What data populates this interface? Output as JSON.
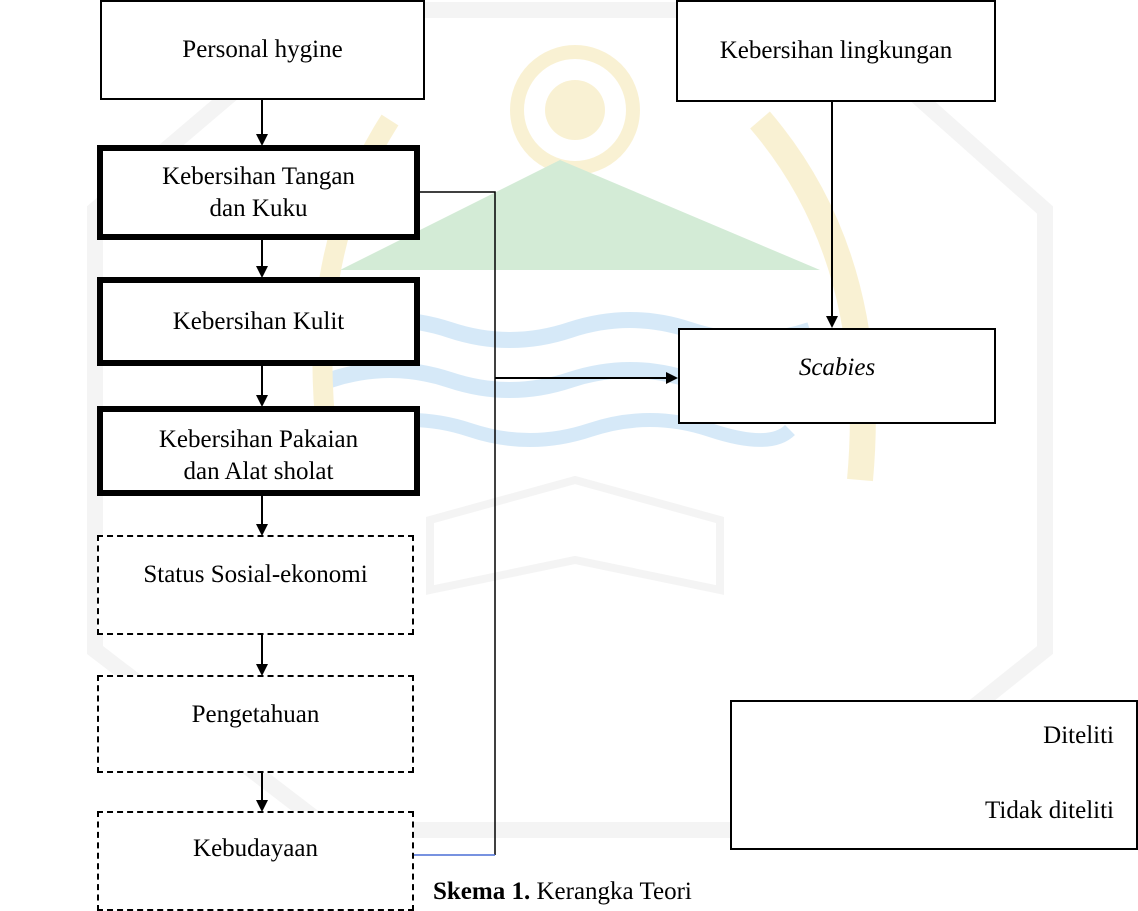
{
  "nodes": {
    "personal_hygiene": "Personal hygine",
    "hand_nail": [
      "Kebersihan Tangan",
      "dan Kuku"
    ],
    "skin": "Kebersihan Kulit",
    "clothing": [
      "Kebersihan Pakaian",
      "dan Alat sholat"
    ],
    "socioeconomic": "Status Sosial-ekonomi",
    "knowledge": "Pengetahuan",
    "culture": "Kebudayaan",
    "environment": "Kebersihan lingkungan",
    "scabies": "Scabies"
  },
  "legend": {
    "solid_label": "Diteliti",
    "dashed_label": "Tidak diteliti"
  },
  "caption": {
    "bold": "Skema 1.",
    "text": " Kerangka Teori"
  },
  "colors": {
    "line": "#000000",
    "connector_blue": "#4a6fd6",
    "watermark_gold": "#e8c23a",
    "watermark_green": "#3aa84a",
    "watermark_blue": "#4aa0e0",
    "watermark_grey": "#cfcfcf"
  }
}
